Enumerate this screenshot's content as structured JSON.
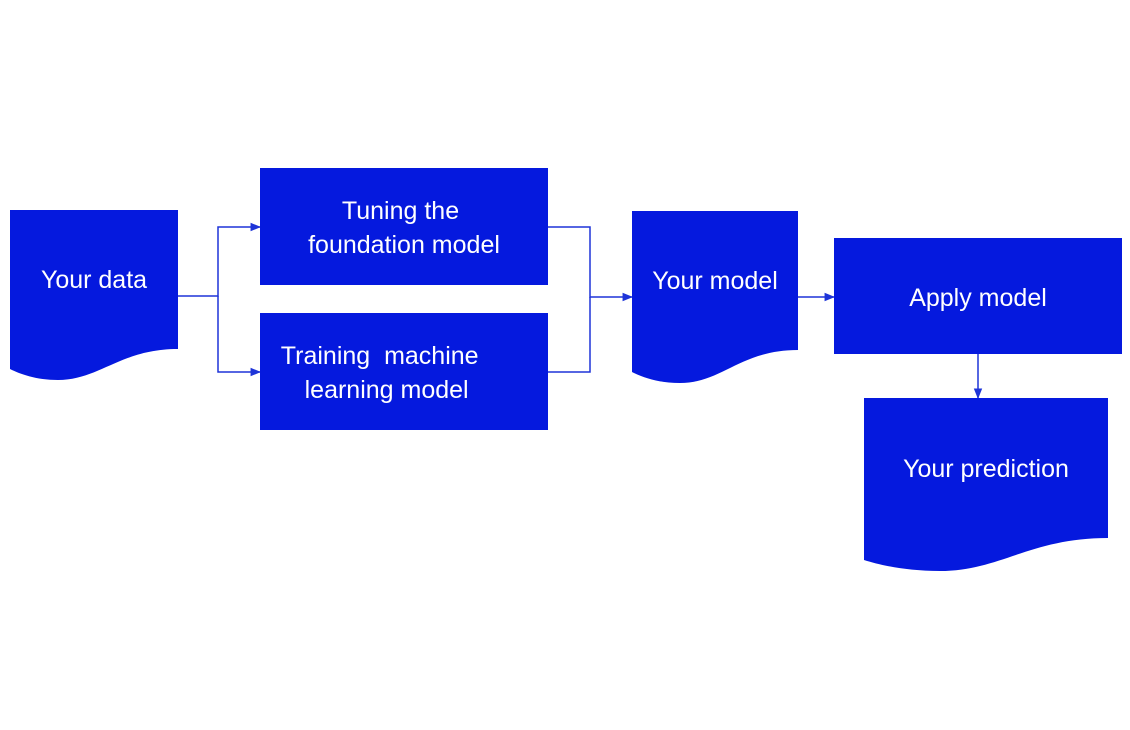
{
  "colors": {
    "node_fill": "#0519DE",
    "connector": "#1E34D8",
    "label": "#FFFFFF",
    "background": "#FFFFFF"
  },
  "nodes": {
    "your_data": {
      "shape": "document",
      "lines": [
        "Your data"
      ]
    },
    "tuning": {
      "shape": "process",
      "lines": [
        "Tuning the",
        "foundation model"
      ]
    },
    "training": {
      "shape": "process",
      "lines": [
        "Training  machine",
        "learning model"
      ]
    },
    "your_model": {
      "shape": "document",
      "lines": [
        "Your model"
      ]
    },
    "apply_model": {
      "shape": "process",
      "lines": [
        "Apply model"
      ]
    },
    "your_prediction": {
      "shape": "document",
      "lines": [
        "Your prediction"
      ]
    }
  },
  "edges": [
    {
      "from": "your_data",
      "to": "tuning"
    },
    {
      "from": "your_data",
      "to": "training"
    },
    {
      "from": "tuning",
      "to": "your_model"
    },
    {
      "from": "training",
      "to": "your_model"
    },
    {
      "from": "your_model",
      "to": "apply_model"
    },
    {
      "from": "apply_model",
      "to": "your_prediction"
    }
  ]
}
